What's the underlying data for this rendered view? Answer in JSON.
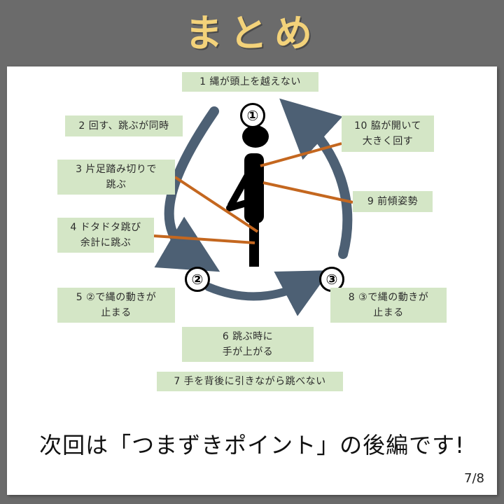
{
  "title": "まとめ",
  "points": {
    "p1": "1 縄が頭上を越えない",
    "p2": "2 回す、跳ぶが同時",
    "p3": "3 片足踏み切りで\n跳ぶ",
    "p4": "4 ドタドタ跳び\n余計に跳ぶ",
    "p5": "5 ②で縄の動きが\n止まる",
    "p6": "6 跳ぶ時に\n手が上がる",
    "p7": "7 手を背後に引きながら跳べない",
    "p8": "8 ③で縄の動きが\n止まる",
    "p9": "9 前傾姿勢",
    "p10": "10 脇が開いて\n大きく回す"
  },
  "markers": {
    "m1": "①",
    "m2": "②",
    "m3": "③"
  },
  "next_text": "次回は「つまずきポイント」の後編です!",
  "page_number": "7/8",
  "colors": {
    "background": "#6b6b6b",
    "title": "#f3d27a",
    "box": "#d4e6c6",
    "arrow": "#4d6074",
    "pointer_line": "#c4671f"
  }
}
